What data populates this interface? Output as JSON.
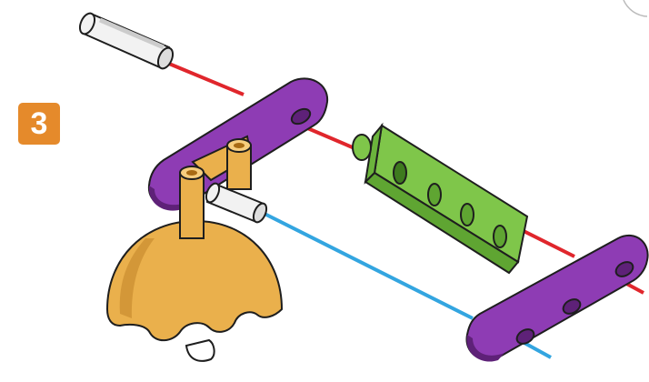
{
  "step": {
    "number": "3"
  },
  "colors": {
    "badge": "#E58A2B",
    "purple": "#8E3CB4",
    "purple_dark": "#5E2178",
    "green": "#7FC64A",
    "green_dark": "#3E7A1E",
    "orange": "#EAB04C",
    "orange_dark": "#A86B14",
    "red_axle": "#E0262C",
    "blue_axle": "#33A5E0",
    "white_part": "#F2F2F2",
    "outline": "#1E1E1E"
  },
  "parts": [
    {
      "name": "white-pin-top",
      "icon": "white-pin"
    },
    {
      "name": "purple-link-left",
      "icon": "purple-link-3-hole"
    },
    {
      "name": "green-connector",
      "icon": "green-block-4-hole"
    },
    {
      "name": "orange-double-post",
      "icon": "orange-post"
    },
    {
      "name": "white-pin-middle",
      "icon": "white-pin"
    },
    {
      "name": "orange-dome-base",
      "icon": "orange-dome"
    },
    {
      "name": "purple-link-right",
      "icon": "purple-link-3-hole"
    }
  ]
}
